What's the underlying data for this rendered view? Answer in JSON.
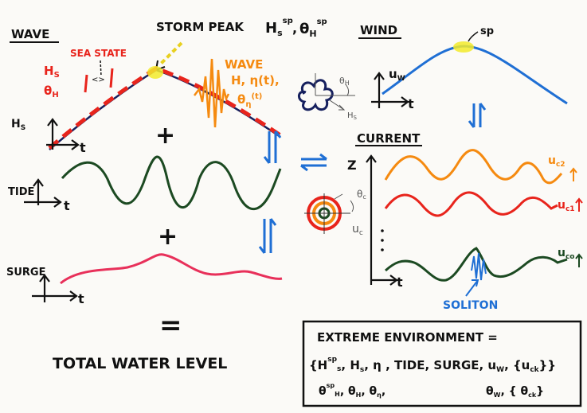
{
  "labels": {
    "wave_section": "WAVE",
    "storm_peak": "STORM PEAK",
    "storm_peak_math": "H",
    "storm_peak_sub_s": "s",
    "storm_peak_sup_1": "sp",
    "storm_peak_theta": "θ",
    "storm_peak_sub_h": "H",
    "storm_peak_sup_2": "sp",
    "wind_section": "WIND",
    "wind_sp": "sp",
    "sea_state": "SEA STATE",
    "hs_red": "H",
    "hs_red_sub": "S",
    "theta_red": "θ",
    "theta_red_sub": "H",
    "wave_orange": "WAVE",
    "wave_h_eta": "H, η(t),",
    "wave_theta_eta": "θ",
    "wave_theta_sub": "η",
    "wave_theta_t": "(t)",
    "hs_axis": "H",
    "hs_axis_sub": "S",
    "t1": "t",
    "plus1": "+",
    "tide": "TIDE",
    "t2": "t",
    "plus2": "+",
    "surge": "SURGE",
    "t3": "t",
    "equals": "=",
    "total": "TOTAL WATER LEVEL",
    "theta_h_small": "θ",
    "theta_h_small_sub": "H",
    "hs_small": "H",
    "hs_small_sub": "S",
    "uw": "u",
    "uw_sub": "W",
    "t_wind": "t",
    "current_section": "CURRENT",
    "z": "Z",
    "theta_c": "θ",
    "theta_c_sub": "c",
    "uc": "u",
    "uc_sub": "c",
    "uc2": "u",
    "uc2_sub": "c2",
    "uc1": "u",
    "uc1_sub": "c1",
    "uc0": "u",
    "uc0_sub": "co",
    "t_current": "t",
    "soliton": "SOLITON",
    "ee_title": "EXTREME ENVIRONMENT =",
    "ee_line1": "{H",
    "ee_line1_sup": "sp",
    "ee_line1_sub": "s",
    "ee_line1_rest": ", H",
    "ee_line1_rest_sub": "s",
    "ee_line1_rest2": ", η , TIDE, SURGE, u",
    "ee_line1_uw_sub": "W",
    "ee_line1_rest3": ", {u",
    "ee_line1_uc_sub": "ck",
    "ee_line1_end": "}}",
    "ee_line2_a": "θ",
    "ee_line2_a_sup": "sp",
    "ee_line2_a_sub": "H",
    "ee_line2_b": ", θ",
    "ee_line2_b_sub": "H",
    "ee_line2_c": ", θ",
    "ee_line2_c_sub": "η",
    "ee_line2_c_end": ",",
    "ee_line2_d": "θ",
    "ee_line2_d_sub": "W",
    "ee_line2_e": ", { θ",
    "ee_line2_e_sub": "ck",
    "ee_line2_e_end": "}"
  },
  "colors": {
    "ink": "#111111",
    "red": "#e8241c",
    "orange": "#f58a10",
    "blue": "#1f6fd4",
    "navy": "#16205e",
    "green": "#1c4a22",
    "pink": "#e8305a",
    "yellow": "#f2ea2a"
  }
}
